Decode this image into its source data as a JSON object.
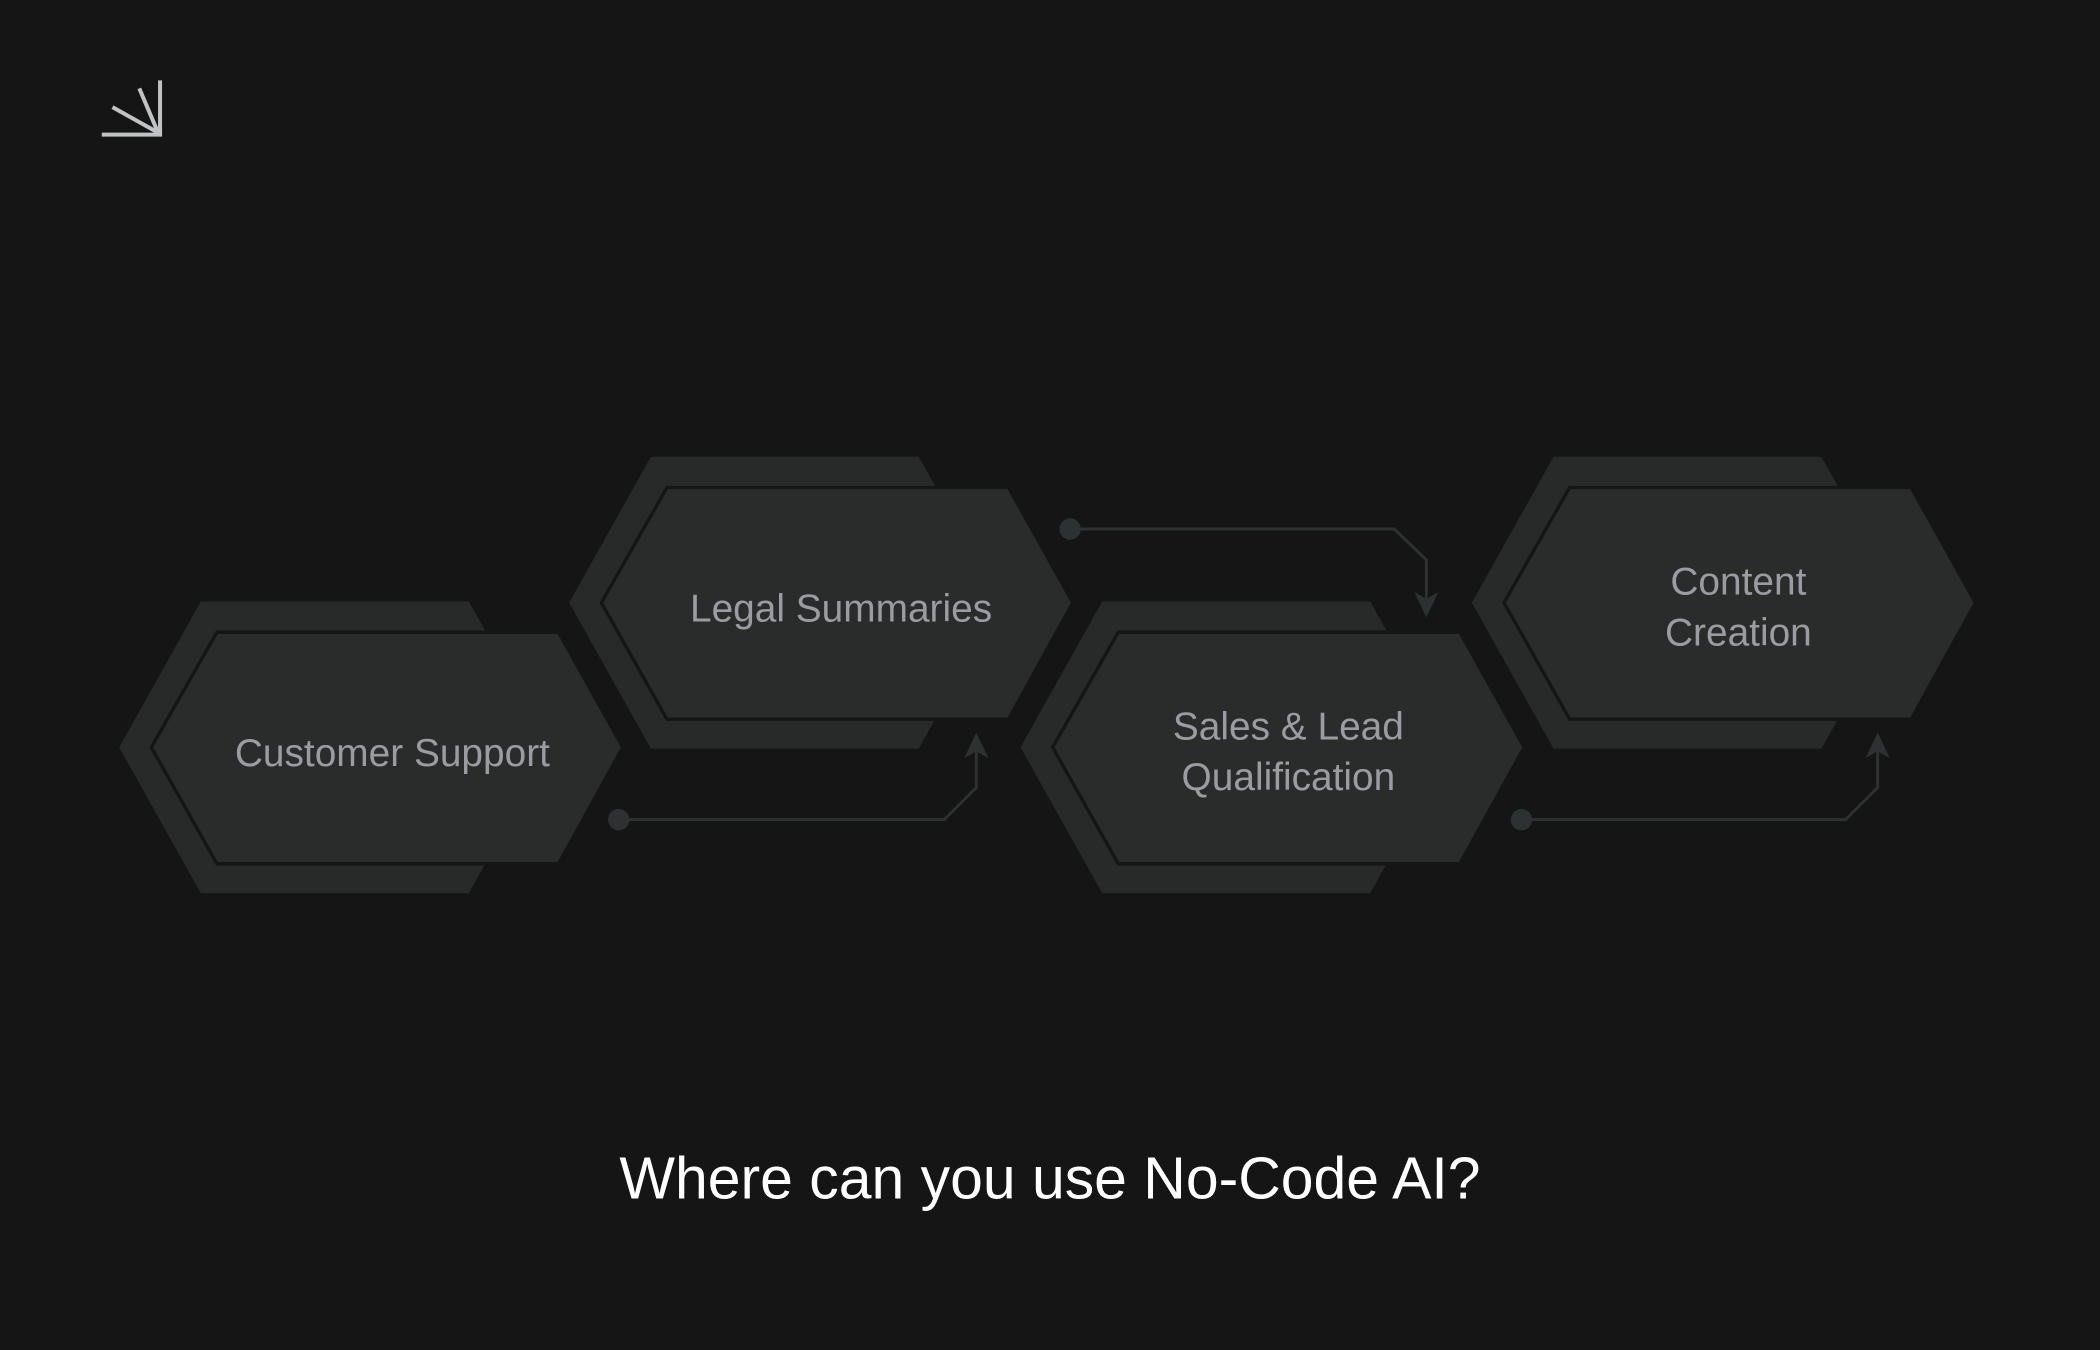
{
  "logo": {
    "icon": "sunburst-corner-logo"
  },
  "steps": [
    {
      "lines": [
        "Customer Support"
      ]
    },
    {
      "lines": [
        "Legal Summaries"
      ]
    },
    {
      "lines": [
        "Sales & Lead",
        "Qualification"
      ]
    },
    {
      "lines": [
        "Content",
        "Creation"
      ]
    }
  ],
  "title": "Where can you use No-Code AI?",
  "colors": {
    "background": "#151515",
    "hex": "#2a2c2c",
    "label": "#9a9ca1",
    "title": "#ffffff",
    "connector": "#2e3131"
  }
}
